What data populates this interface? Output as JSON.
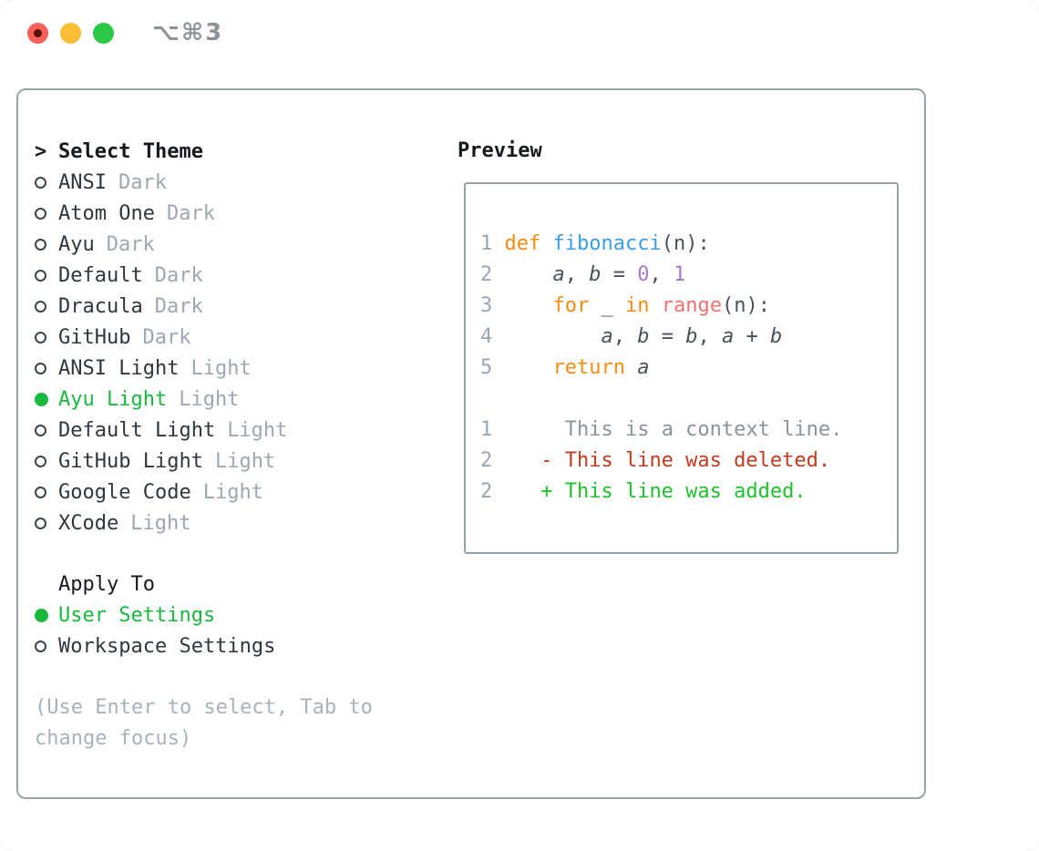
{
  "window": {
    "shortcut": "⌥⌘3",
    "controls": [
      "close-button",
      "minimize-button",
      "zoom-button"
    ]
  },
  "colors": {
    "accent_green": "#18B93D",
    "keyword": "#F68C0F",
    "function": "#399EE6",
    "number": "#A37ACC",
    "builtin": "#F07171",
    "code": "#4A5158",
    "lineno": "#9BA6B2",
    "context": "#8A939E",
    "deleted": "#C43A1D",
    "added": "#1CC229",
    "border": "#98A2AC",
    "traffic_red": "#F96057",
    "traffic_yellow": "#F9BE35",
    "traffic_green": "#2BC846"
  },
  "sidebar": {
    "prompt": ">",
    "title": "Select Theme",
    "themes": [
      {
        "name": "ANSI",
        "tag": "Dark",
        "selected": false
      },
      {
        "name": "Atom One",
        "tag": "Dark",
        "selected": false
      },
      {
        "name": "Ayu",
        "tag": "Dark",
        "selected": false
      },
      {
        "name": "Default",
        "tag": "Dark",
        "selected": false
      },
      {
        "name": "Dracula",
        "tag": "Dark",
        "selected": false
      },
      {
        "name": "GitHub",
        "tag": "Dark",
        "selected": false
      },
      {
        "name": "ANSI Light",
        "tag": "Light",
        "selected": false
      },
      {
        "name": "Ayu Light",
        "tag": "Light",
        "selected": true
      },
      {
        "name": "Default Light",
        "tag": "Light",
        "selected": false
      },
      {
        "name": "GitHub Light",
        "tag": "Light",
        "selected": false
      },
      {
        "name": "Google Code",
        "tag": "Light",
        "selected": false
      },
      {
        "name": "XCode",
        "tag": "Light",
        "selected": false
      }
    ],
    "apply_to": {
      "title": "Apply To",
      "options": [
        {
          "name": "User Settings",
          "selected": true
        },
        {
          "name": "Workspace Settings",
          "selected": false
        }
      ]
    },
    "hint_lines": [
      "(Use Enter to select, Tab to",
      "change focus)"
    ]
  },
  "preview": {
    "title": "Preview",
    "lines": [
      [
        {
          "t": "1 ",
          "c": "lineno"
        },
        {
          "t": "def",
          "c": "keyword"
        },
        {
          "t": " ",
          "c": "code"
        },
        {
          "t": "fibonacci",
          "c": "function"
        },
        {
          "t": "(n):",
          "c": "code"
        }
      ],
      [
        {
          "t": "2 ",
          "c": "lineno"
        },
        {
          "t": "    ",
          "c": "code"
        },
        {
          "t": "a",
          "c": "code",
          "i": 1
        },
        {
          "t": ", ",
          "c": "code"
        },
        {
          "t": "b",
          "c": "code",
          "i": 1
        },
        {
          "t": " = ",
          "c": "code"
        },
        {
          "t": "0",
          "c": "number"
        },
        {
          "t": ", ",
          "c": "code"
        },
        {
          "t": "1",
          "c": "number"
        }
      ],
      [
        {
          "t": "3 ",
          "c": "lineno"
        },
        {
          "t": "    ",
          "c": "code"
        },
        {
          "t": "for",
          "c": "keyword"
        },
        {
          "t": " _ ",
          "c": "code"
        },
        {
          "t": "in",
          "c": "keyword"
        },
        {
          "t": " ",
          "c": "code"
        },
        {
          "t": "range",
          "c": "builtin"
        },
        {
          "t": "(n):",
          "c": "code"
        }
      ],
      [
        {
          "t": "4 ",
          "c": "lineno"
        },
        {
          "t": "        ",
          "c": "code"
        },
        {
          "t": "a",
          "c": "code",
          "i": 1
        },
        {
          "t": ", ",
          "c": "code"
        },
        {
          "t": "b",
          "c": "code",
          "i": 1
        },
        {
          "t": " = ",
          "c": "code"
        },
        {
          "t": "b",
          "c": "code",
          "i": 1
        },
        {
          "t": ", ",
          "c": "code"
        },
        {
          "t": "a",
          "c": "code",
          "i": 1
        },
        {
          "t": " + ",
          "c": "code"
        },
        {
          "t": "b",
          "c": "code",
          "i": 1
        }
      ],
      [
        {
          "t": "5 ",
          "c": "lineno"
        },
        {
          "t": "    ",
          "c": "code"
        },
        {
          "t": "return",
          "c": "keyword"
        },
        {
          "t": " ",
          "c": "code"
        },
        {
          "t": "a",
          "c": "code",
          "i": 1
        }
      ],
      [],
      [
        {
          "t": "1",
          "c": "lineno"
        },
        {
          "t": "      ",
          "c": "code"
        },
        {
          "t": "This is a context line.",
          "c": "context"
        }
      ],
      [
        {
          "t": "2",
          "c": "lineno"
        },
        {
          "t": "    ",
          "c": "code"
        },
        {
          "t": "- This line was deleted.",
          "c": "deleted"
        }
      ],
      [
        {
          "t": "2",
          "c": "lineno"
        },
        {
          "t": "    ",
          "c": "code"
        },
        {
          "t": "+ This line was added.",
          "c": "added"
        }
      ]
    ]
  }
}
